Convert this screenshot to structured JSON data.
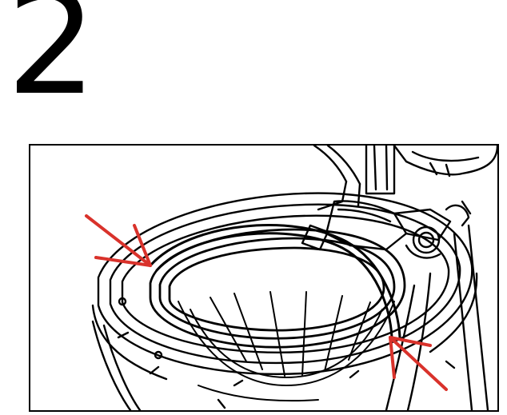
{
  "step": {
    "number": "2"
  },
  "illustration": {
    "subject": "filter-basket-lid-assembly",
    "line_color": "#000000",
    "arrow_color": "#d9322b",
    "arrow_count": 2
  }
}
